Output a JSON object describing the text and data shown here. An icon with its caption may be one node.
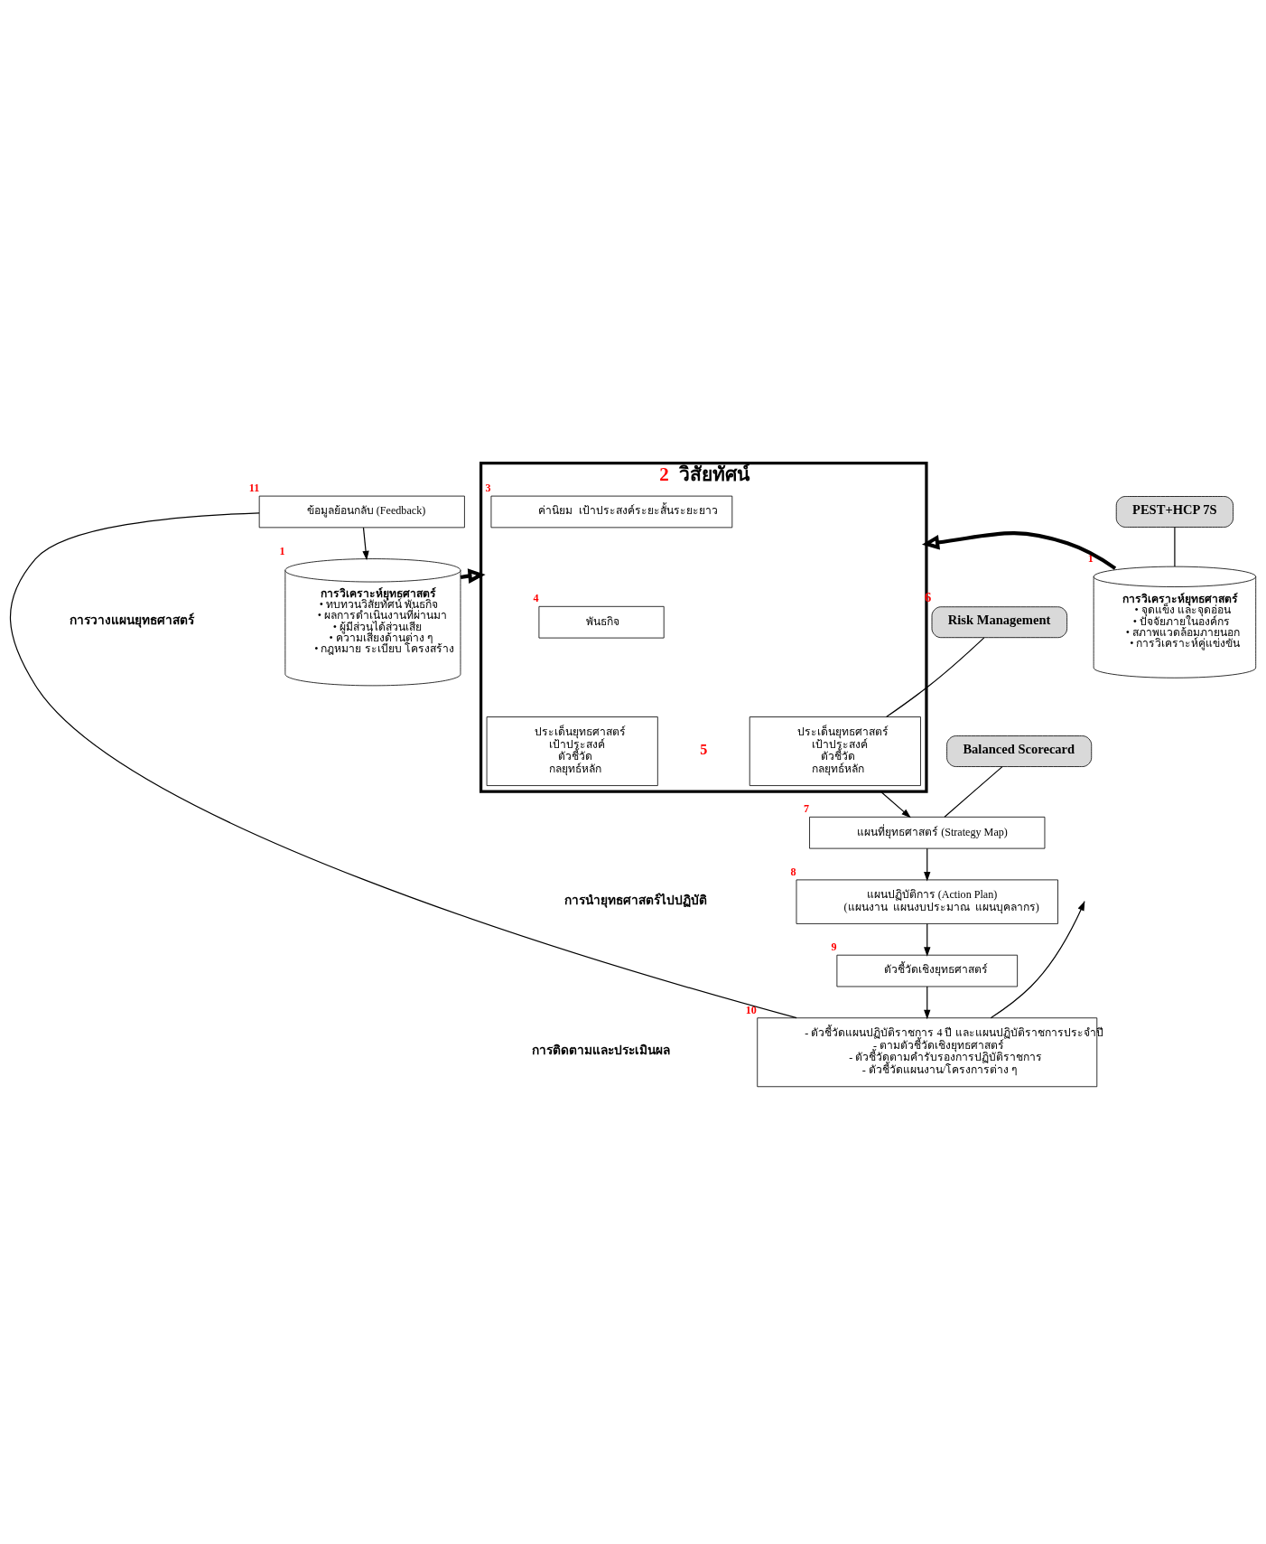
{
  "diagram": {
    "nodes": [
      {
        "text": [
          "ข้อมูลย้อนกลับ (Feedback)"
        ],
        "beside": [
          "11"
        ]
      },
      {
        "text": [
          "การวิเคราะห์ยุทธศาสตร์",
          "• ทบทวนวิสัยทัศน์ พันธกิจ",
          "• ผลการดำเนินงานที่ผ่านมา",
          "• ผู้มีส่วนได้ส่วนเสีย",
          "• ความเสี่ยงด้านต่าง ๆ",
          "• กฎหมาย ระเบียบ โครงสร้าง"
        ],
        "beside": [
          "1"
        ]
      },
      {
        "text": [
          "วิสัยทัศน์"
        ],
        "beside": [
          "2"
        ]
      },
      {
        "text": [
          "ค่านิยม  เป้าประสงค์ระยะสั้นระยะยาว"
        ],
        "beside": [
          "3"
        ],
        "in": 2
      },
      {
        "text": [
          "พันธกิจ"
        ],
        "beside": [
          "4"
        ],
        "in": 2
      },
      {
        "text": [
          "ประเด็นยุทธศาสตร์",
          "เป้าประสงค์",
          "ตัวชี้วัด",
          "กลยุทธ์หลัก"
        ],
        "in": 2
      },
      {
        "text": [
          "ประเด็นยุทธศาสตร์",
          "เป้าประสงค์",
          "ตัวชี้วัด",
          "กลยุทธ์หลัก"
        ],
        "in": 2
      },
      {
        "text": [
          "การวิเคราะห์ยุทธศาสตร์",
          "• จุดแข็ง และจุดอ่อน",
          "• ปัจจัยภายในองค์กร",
          "• สภาพแวดล้อมภายนอก",
          "• การวิเคราะห์คู่แข่งขัน"
        ],
        "beside": [
          "1"
        ]
      },
      {
        "text": [
          "PEST+HCP 7S"
        ]
      },
      {
        "text": [
          "Risk Management"
        ],
        "beside": [
          "6"
        ]
      },
      {
        "text": [
          "แผนที่ยุทธศาสตร์ (Strategy Map)"
        ],
        "beside": [
          "7"
        ]
      },
      {
        "text": [
          "Balanced Scorecard"
        ]
      },
      {
        "text": [
          "แผนปฏิบัติการ (Action Plan)",
          "(แผนงาน  แผนงบประมาณ  แผนบุคลากร)"
        ],
        "beside": [
          "8"
        ]
      },
      {
        "text": [
          "ตัวชี้วัดเชิงยุทธศาสตร์"
        ],
        "beside": [
          "9"
        ]
      },
      {
        "text": [
          "- ตัวชี้วัดแผนปฏิบัติราชการ 4 ปี และแผนปฏิบัติราชการประจำปี",
          "- ตามตัวชี้วัดเชิงยุทธศาสตร์",
          "- ตัวชี้วัดตามคำรับรองการปฏิบัติราชการ",
          "- ตัวชี้วัดแผนงาน/โครงการต่าง ๆ"
        ],
        "beside": [
          "10"
        ]
      }
    ],
    "edges": [
      {
        "from": 0,
        "to": 1,
        "arrow": "to"
      },
      {
        "from": 1,
        "to": 2,
        "arrow": "to",
        "style": "thick"
      },
      {
        "from": 7,
        "to": 2,
        "arrow": "to",
        "style": "thick"
      },
      {
        "from": 8,
        "to": 7,
        "arrow": "none"
      },
      {
        "from": 9,
        "to": 6,
        "arrow": "none"
      },
      {
        "from": 2,
        "to": 10,
        "arrow": "to"
      },
      {
        "from": 10,
        "to": 12,
        "arrow": "to"
      },
      {
        "from": 12,
        "to": 13,
        "arrow": "to"
      },
      {
        "from": 13,
        "to": 14,
        "arrow": "to"
      },
      {
        "from": 11,
        "to": 10,
        "arrow": "none"
      },
      {
        "from": 14,
        "to": 0,
        "arrow": "none"
      },
      {
        "from": 14,
        "to": null,
        "arrow": "to"
      }
    ],
    "labels": [
      "การวางแผนยุทธศาสตร์",
      "5",
      "การนำยุทธศาสตร์ไปปฏิบัติ",
      "การติดตามและประเมินผล"
    ]
  }
}
